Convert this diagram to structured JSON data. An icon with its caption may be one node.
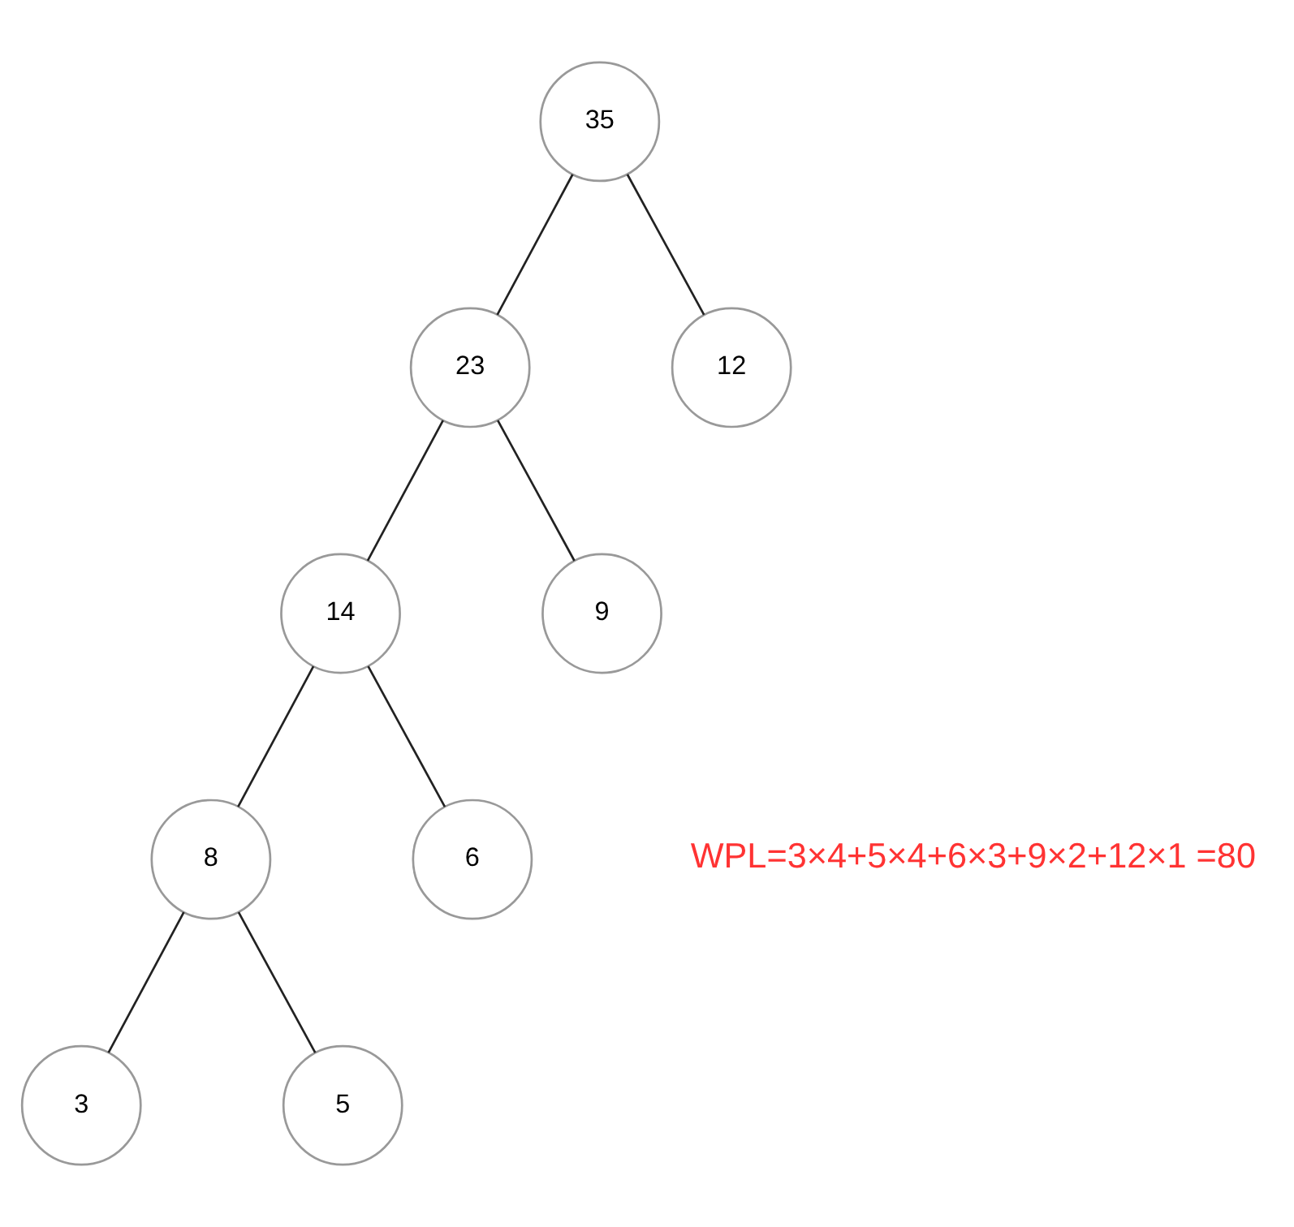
{
  "diagram": {
    "nodes": [
      {
        "text": [
          "35"
        ]
      },
      {
        "text": [
          "23"
        ]
      },
      {
        "text": [
          "12"
        ]
      },
      {
        "text": [
          "14"
        ]
      },
      {
        "text": [
          "9"
        ]
      },
      {
        "text": [
          "8"
        ]
      },
      {
        "text": [
          "6"
        ]
      },
      {
        "text": [
          "3"
        ]
      },
      {
        "text": [
          "5"
        ]
      }
    ],
    "edges": [
      {
        "from": 0,
        "to": 1,
        "arrow": "none"
      },
      {
        "from": 0,
        "to": 2,
        "arrow": "none"
      },
      {
        "from": 1,
        "to": 3,
        "arrow": "none"
      },
      {
        "from": 1,
        "to": 4,
        "arrow": "none"
      },
      {
        "from": 3,
        "to": 5,
        "arrow": "none"
      },
      {
        "from": 3,
        "to": 6,
        "arrow": "none"
      },
      {
        "from": 5,
        "to": 7,
        "arrow": "none"
      },
      {
        "from": 5,
        "to": 8,
        "arrow": "none"
      }
    ],
    "labels": [
      "WPL=3×4+5×4+6×3+9×2+12×1 =80"
    ]
  }
}
